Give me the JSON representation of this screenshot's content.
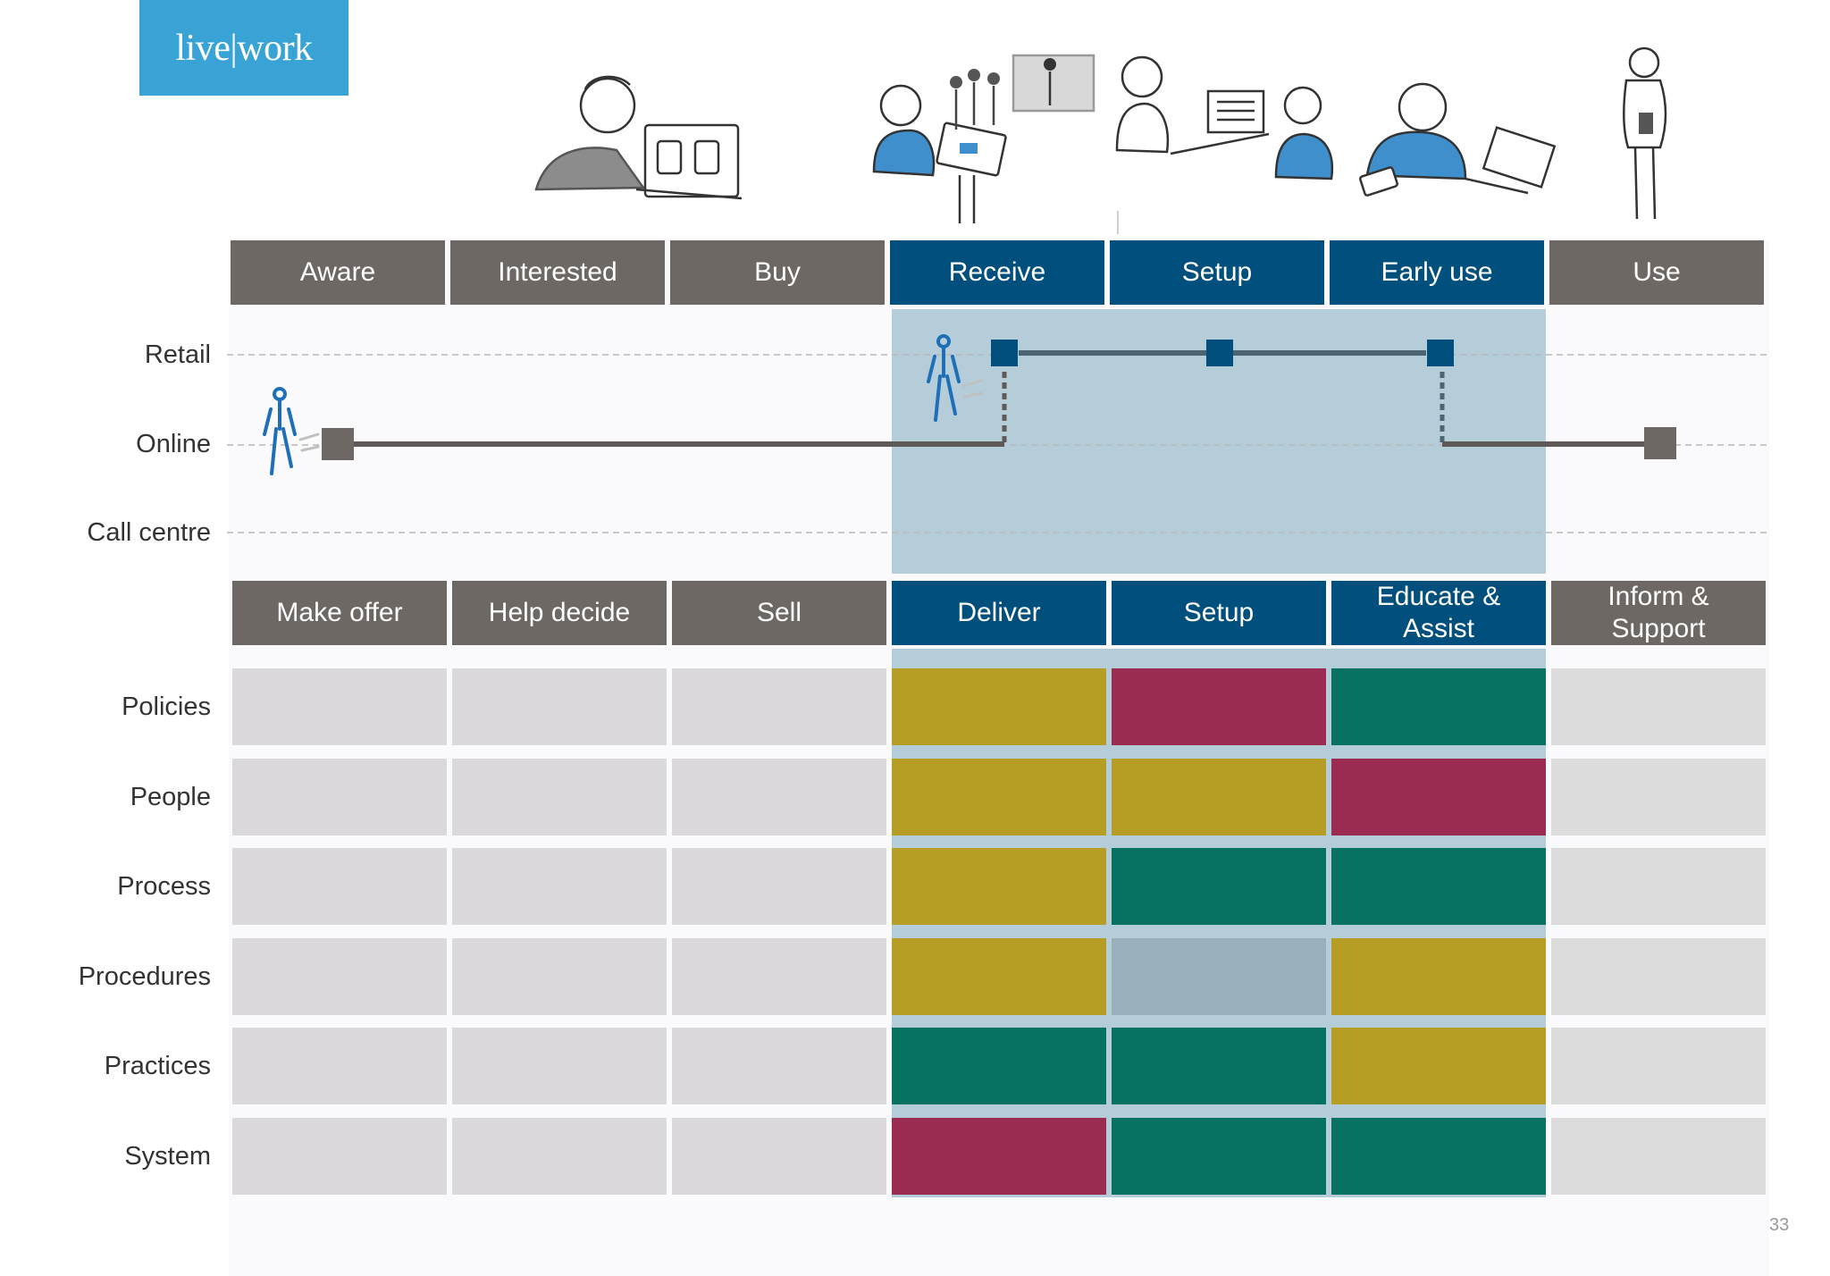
{
  "logo": {
    "text": "live|work"
  },
  "customer_stages": [
    "Aware",
    "Interested",
    "Buy",
    "Receive",
    "Setup",
    "Early use",
    "Use"
  ],
  "channels": [
    "Retail",
    "Online",
    "Call centre"
  ],
  "provider_stages": [
    {
      "line1": "Make offer",
      "line2": ""
    },
    {
      "line1": "Help decide",
      "line2": ""
    },
    {
      "line1": "Sell",
      "line2": ""
    },
    {
      "line1": "Deliver",
      "line2": ""
    },
    {
      "line1": "Setup",
      "line2": ""
    },
    {
      "line1": "Educate &",
      "line2": "Assist"
    },
    {
      "line1": "Inform &",
      "line2": "Support"
    }
  ],
  "capability_rows": [
    "Policies",
    "People",
    "Process",
    "Procedures",
    "Practices",
    "System"
  ],
  "matrix": [
    [
      "grey",
      "grey",
      "grey",
      "mustard",
      "crimson",
      "teal",
      "lgrey"
    ],
    [
      "grey",
      "grey",
      "grey",
      "mustard",
      "mustard",
      "crimson",
      "lgrey"
    ],
    [
      "grey",
      "grey",
      "grey",
      "mustard",
      "teal",
      "teal",
      "lgrey"
    ],
    [
      "grey",
      "grey",
      "grey",
      "mustard",
      "slate",
      "mustard",
      "lgrey"
    ],
    [
      "grey",
      "grey",
      "grey",
      "teal",
      "teal",
      "mustard",
      "lgrey"
    ],
    [
      "grey",
      "grey",
      "grey",
      "crimson",
      "teal",
      "teal",
      "lgrey"
    ]
  ],
  "colors": {
    "stage_grey": "#6e6864",
    "stage_blue": "#004f7d",
    "highlight": "#b5cdd9",
    "mustard": "#b59d26",
    "crimson": "#992c50",
    "teal": "#087261",
    "slate": "#99b0ba",
    "cell_grey": "#dbd9db",
    "logo_blue": "#3aa3d6",
    "journey_line": "#5f5a57",
    "journey_node_blue": "#004f7d",
    "figure_blue": "#1f6fb8"
  },
  "illustrations": [
    "person-at-computer",
    "person-at-kiosk",
    "store-staff-showing-screen",
    "person-with-laptop",
    "person-with-phone"
  ],
  "page_number": "33"
}
